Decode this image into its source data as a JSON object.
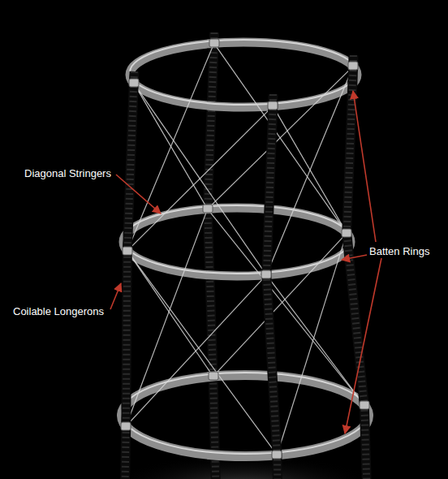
{
  "diagram": {
    "labels": [
      "Diagonal Stringers",
      "Coilable Longerons",
      "Batten Rings"
    ]
  }
}
